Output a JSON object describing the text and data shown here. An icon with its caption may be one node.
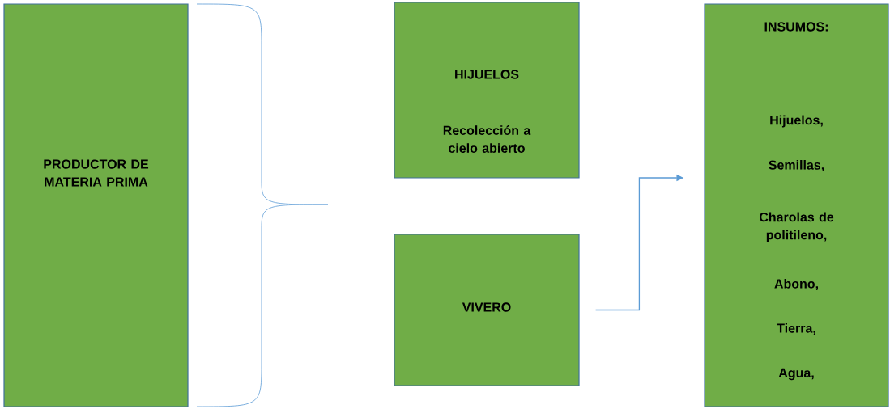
{
  "diagram": {
    "nodes": [
      {
        "text": [
          "PRODUCTOR DE MATERIA PRIMA"
        ]
      },
      {
        "text": [
          "HIJUELOS",
          "Recolección a cielo abierto"
        ]
      },
      {
        "text": [
          "VIVERO"
        ]
      },
      {
        "text": [
          "INSUMOS:",
          "Hijuelos,",
          "Semillas,",
          "Charolas de politileno,",
          "Abono,",
          "Tierra,",
          "Agua,"
        ]
      }
    ],
    "edges": [
      {
        "from": 2,
        "to": 3,
        "arrow": "to"
      }
    ]
  }
}
